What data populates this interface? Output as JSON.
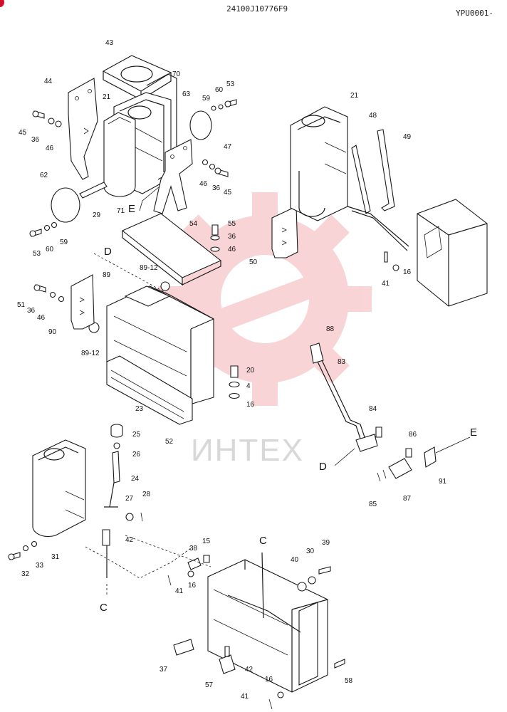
{
  "header": {
    "doc_code": "24100J10776F9",
    "page_code": "YPU0001-"
  },
  "watermark": {
    "text": "ИНТЕХ",
    "color": "#e8404a"
  },
  "corner_mark_color": "#d0102a",
  "callouts": [
    "43",
    "70",
    "44",
    "21",
    "63",
    "59",
    "60",
    "53",
    "45",
    "36",
    "46",
    "47",
    "46",
    "36",
    "45",
    "62",
    "29",
    "71",
    "E",
    "53",
    "60",
    "59",
    "54",
    "55",
    "36",
    "46",
    "50",
    "D",
    "89-12",
    "89",
    "51",
    "36",
    "46",
    "90",
    "89-12",
    "20",
    "4",
    "16",
    "52",
    "21",
    "48",
    "49",
    "41",
    "16",
    "88",
    "83",
    "84",
    "86",
    "E",
    "D",
    "85",
    "87",
    "91",
    "23",
    "25",
    "26",
    "24",
    "27",
    "28",
    "42",
    "31",
    "33",
    "32",
    "C",
    "C",
    "15",
    "38",
    "40",
    "30",
    "39",
    "41",
    "16",
    "37",
    "42",
    "57",
    "16",
    "41",
    "58"
  ]
}
